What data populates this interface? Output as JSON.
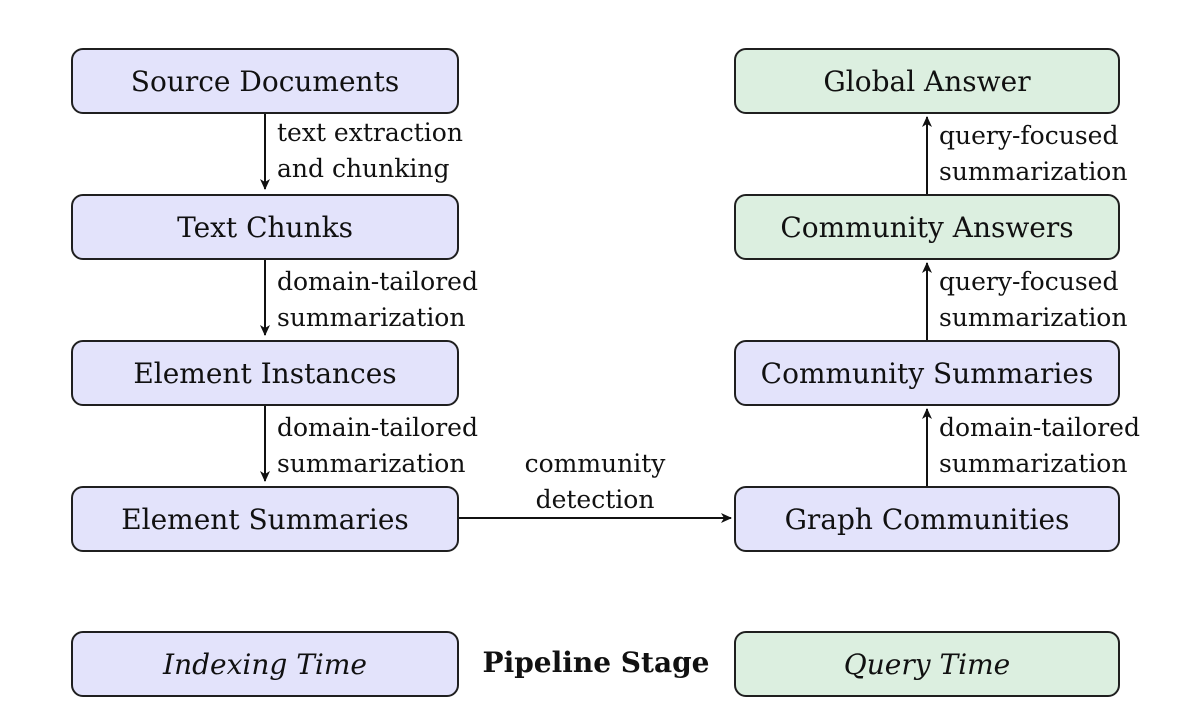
{
  "indexing": {
    "source_documents": "Source Documents",
    "text_chunks": "Text Chunks",
    "element_instances": "Element Instances",
    "element_summaries": "Element Summaries",
    "edge1_line1": "text extraction",
    "edge1_line2": "and chunking",
    "edge2_line1": "domain-tailored",
    "edge2_line2": "summarization",
    "edge3_line1": "domain-tailored",
    "edge3_line2": "summarization"
  },
  "bridge": {
    "line1": "community",
    "line2": "detection"
  },
  "query": {
    "global_answer": "Global Answer",
    "community_answers": "Community Answers",
    "community_summaries": "Community Summaries",
    "graph_communities": "Graph Communities",
    "edge1_line1": "query-focused",
    "edge1_line2": "summarization",
    "edge2_line1": "query-focused",
    "edge2_line2": "summarization",
    "edge3_line1": "domain-tailored",
    "edge3_line2": "summarization"
  },
  "legend": {
    "indexing_time": "Indexing Time",
    "pipeline_stage": "Pipeline Stage",
    "query_time": "Query Time"
  },
  "colors": {
    "indexing_fill": "#e3e3fb",
    "query_fill": "#dcefe0",
    "stroke": "#1f1f1f"
  }
}
